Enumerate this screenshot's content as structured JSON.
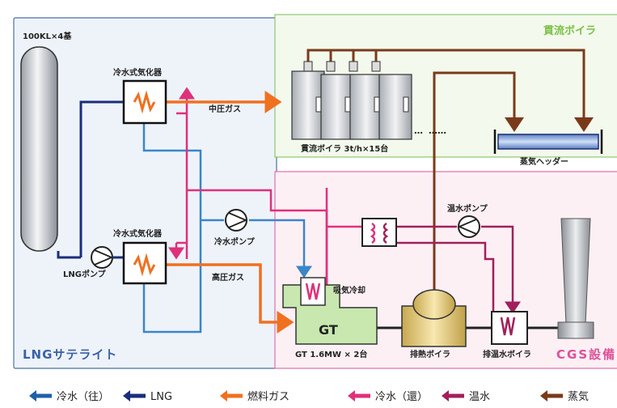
{
  "regions": {
    "lng": {
      "label": "LNGサテライト"
    },
    "boiler": {
      "label": "貫流ボイラ"
    },
    "cgs": {
      "label": "CGS設備"
    }
  },
  "tank": {
    "label": "100KL×4基"
  },
  "vaporizer_top": {
    "label": "冷水式気化器"
  },
  "vaporizer_bottom": {
    "label": "冷水式気化器"
  },
  "lng_pump": {
    "label": "LNGポンプ"
  },
  "cold_water_pump": {
    "label": "冷水ポンプ"
  },
  "hot_water_pump": {
    "label": "温水ポンプ"
  },
  "mid_pressure_gas": {
    "label": "中圧ガス"
  },
  "high_pressure_gas": {
    "label": "高圧ガス"
  },
  "boilers": {
    "label": "貫流ボイラ 3t/h×15台",
    "dots_near": "…",
    "dots_far": "……"
  },
  "steam_header": {
    "label": "蒸気ヘッダー"
  },
  "gt": {
    "label": "GT",
    "caption": "GT 1.6MW × 2台",
    "intake_label": "吸気冷却"
  },
  "exhaust_boiler": {
    "label": "排熱ボイラ"
  },
  "exhaust_water_boiler": {
    "label": "排温水ボイラ"
  },
  "legend": [
    {
      "label": "冷水（往）",
      "color": "#1f5fa8"
    },
    {
      "label": "LNG",
      "color": "#1a2e7a"
    },
    {
      "label": "燃料ガス",
      "color": "#f07020"
    },
    {
      "label": "冷水（還）",
      "color": "#e0307a"
    },
    {
      "label": "温水",
      "color": "#a0205a"
    },
    {
      "label": "蒸気",
      "color": "#7a3a1a"
    }
  ],
  "colors": {
    "cold_supply": "#3a86c8",
    "lng": "#1a2e7a",
    "fuel_gas": "#f07020",
    "cold_return": "#e0307a",
    "hot_water": "#a0205a",
    "steam": "#7a3a1a",
    "lng_region_fill": "#eef3fa",
    "lng_region_border": "#4a6fa5",
    "boiler_region_fill": "#f3f9ec",
    "boiler_region_border": "#8cc870",
    "cgs_region_fill": "#fdf0f5",
    "cgs_region_border": "#e070a8"
  }
}
